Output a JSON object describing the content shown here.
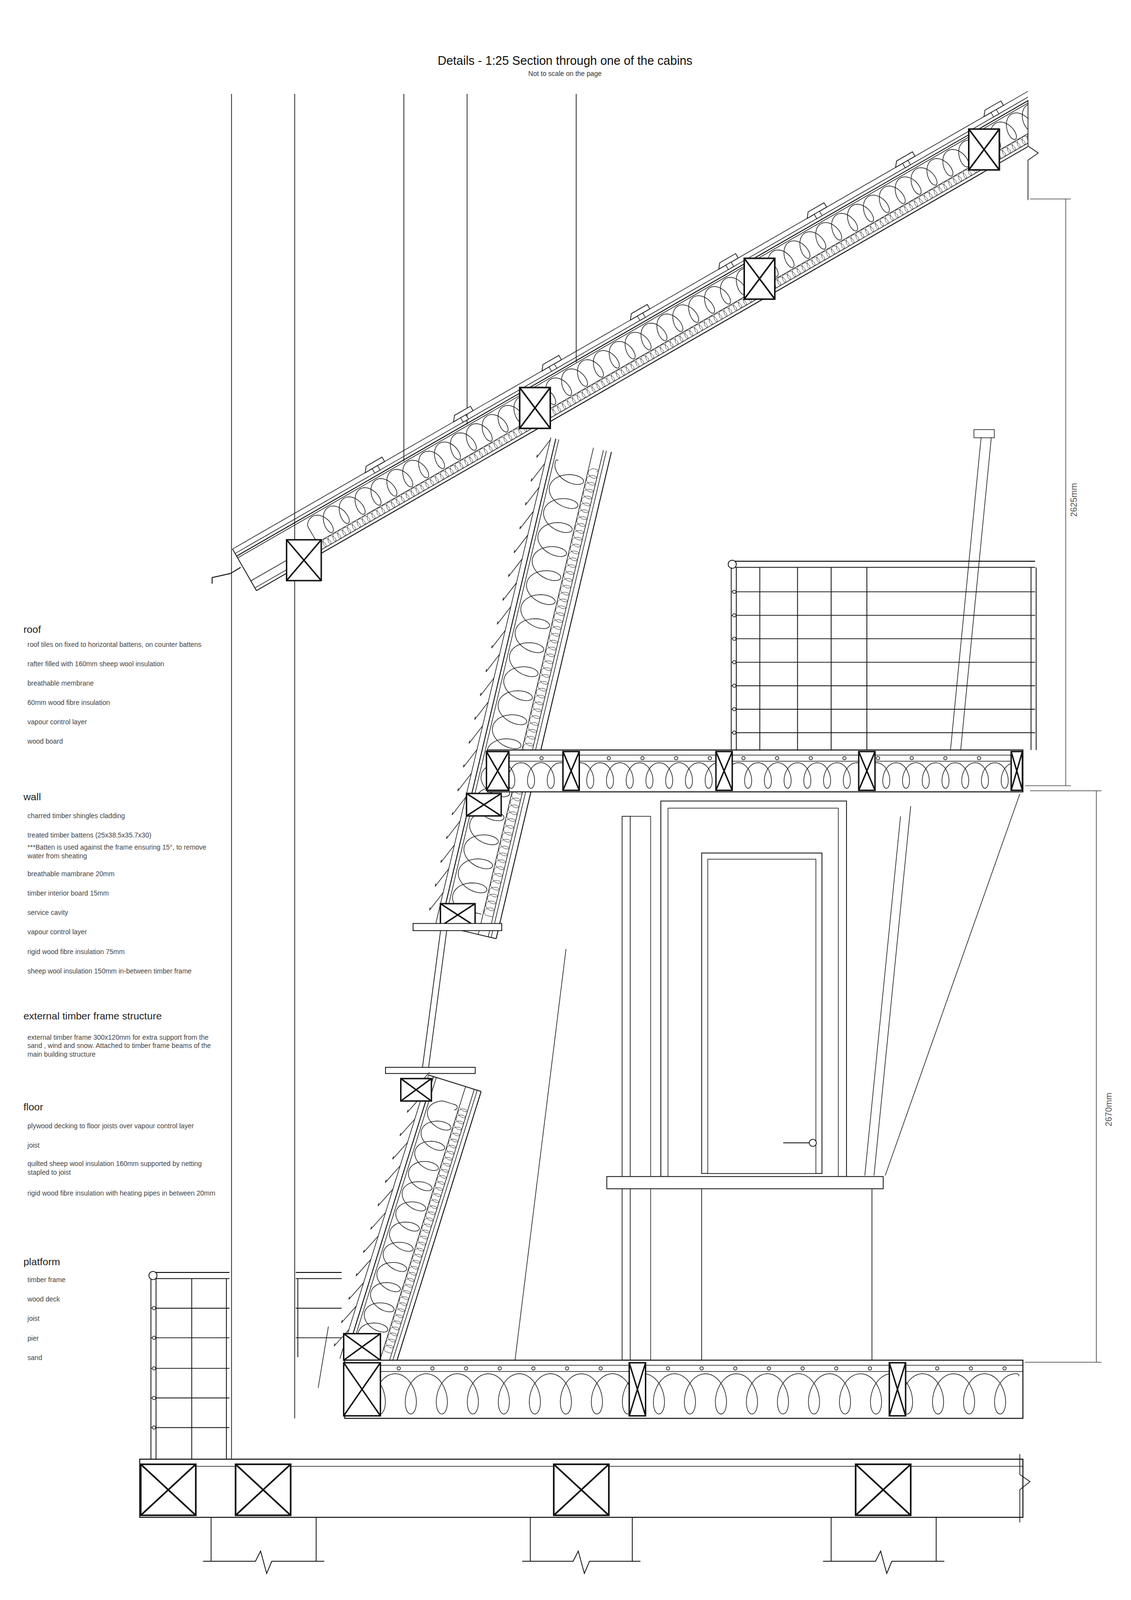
{
  "diagram": {
    "title": "Details - 1:25 Section through one of the cabins",
    "caption": "Not to scale on the page",
    "labels": [
      "roof",
      "roof tiles on fixed to horizontal battens, on counter battens",
      "rafter filled with 160mm sheep wool insulation",
      "breathable membrane",
      "60mm wood fibre insulation",
      "vapour control layer",
      "wood board",
      "wall",
      "charred timber shingles cladding",
      "treated timber battens (25x38.5x35.7x30)",
      "***Batten is used against the frame ensuring 15°, to remove water from sheating",
      "breathable mambrane 20mm",
      "timber interior board 15mm",
      "service cavity",
      "vapour control layer",
      "rigid wood fibre insulation 75mm",
      "sheep wool insulation 150mm in-between timber frame",
      "external timber frame structure",
      "external timber frame 300x120mm for extra support from the sand , wind and snow. Attached to timber frame beams of the main building structure",
      "floor",
      "plywood decking to floor joists over vapour control layer",
      "joist",
      "quilted sheep wool insulation 160mm supported by netting stapled to joist",
      "rigid wood fibre insulation with heating pipes in between 20mm",
      "platform",
      "timber frame",
      "wood deck",
      "joist",
      "pier",
      "sand",
      "2625mm",
      "2670mm"
    ]
  }
}
